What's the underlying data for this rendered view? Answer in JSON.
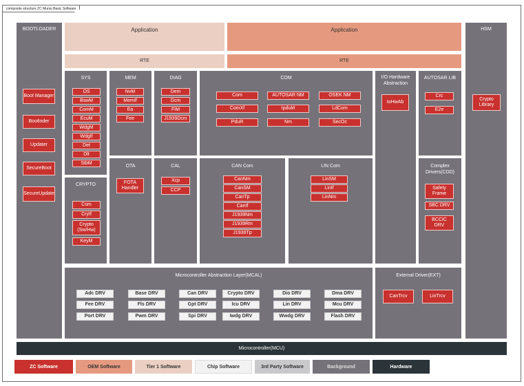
{
  "frame_title": "composite structure ZC Muniu Basic Software",
  "colors": {
    "zc": "#c8312e",
    "oem": "#e59a80",
    "tier1": "#ebcfc3",
    "chip": "#f2f2f2",
    "third_party": "#c9c9cb",
    "background": "#75727a",
    "hardware": "#2b3438"
  },
  "bootloader": {
    "title": "BOOTLOADER",
    "items": [
      "Boot Manager",
      "Bootloder",
      "Updater",
      "SecureBoot",
      "SecureUpdate"
    ]
  },
  "application_left": "Application",
  "application_right": "Application",
  "rte_left": "RTE",
  "rte_right": "RTE",
  "hsm": {
    "title": "HSM",
    "items": [
      "Crypto Library"
    ]
  },
  "sys": {
    "title": "SYS",
    "items": [
      "OS",
      "BswM",
      "ComM",
      "EcuM",
      "WdgM",
      "WdgIf",
      "Det",
      "Dlt",
      "StbM"
    ]
  },
  "mem": {
    "title": "MEM",
    "items": [
      "NvM",
      "MemIf",
      "Ea",
      "Fee"
    ]
  },
  "diag": {
    "title": "DIAG",
    "items": [
      "Dem",
      "Dcm",
      "FIM",
      "J1939Dcm"
    ]
  },
  "com": {
    "title": "COM",
    "items": [
      "Com",
      "AUTOSAR NM",
      "OSEK NM",
      "ComXf",
      "IpduM",
      "LdCom",
      "PduR",
      "Nm",
      "SecOc"
    ]
  },
  "io": {
    "title": "I/O Hardware Abstraction",
    "items": [
      "IoHwAb"
    ]
  },
  "autosar_lib": {
    "title": "AUTOSAR LIB",
    "items": [
      "Crc",
      "E2e"
    ]
  },
  "crypto": {
    "title": "CRYPTO",
    "items": [
      "Csm",
      "CryIf",
      "Crypto (Sw/Hw)",
      "KeyM"
    ]
  },
  "ota": {
    "title": "OTA",
    "items": [
      "FOTA Handler"
    ]
  },
  "cal": {
    "title": "CAL",
    "items": [
      "Xcp",
      "CCP"
    ]
  },
  "can_com": {
    "title": "CAN Com",
    "items": [
      "CanNm",
      "CanSM",
      "CanTp",
      "CanIf",
      "J1939Nm",
      "J1939Rm",
      "J1939Tp"
    ]
  },
  "lin_com": {
    "title": "LIN Com",
    "items": [
      "LinSM",
      "LinIf",
      "LinNm"
    ]
  },
  "cdd": {
    "title": "Complex Drivers(CDD)",
    "items": [
      "Safety Frame",
      "SBC DRV",
      "BCCIC DRV"
    ]
  },
  "mcal": {
    "title": "Microcontroller Abstraction Layer(MCAL)",
    "items": [
      "Adc DRV",
      "Base DRV",
      "Can DRV",
      "Crypto DRV",
      "Dio DRV",
      "Dma DRV",
      "Fee DRV",
      "Fls DRV",
      "Gpt DRV",
      "Icu DRV",
      "Lin DRV",
      "Mcu DRV",
      "Port DRV",
      "Pwm DRV",
      "Spi DRV",
      "Iwdg DRV",
      "Wwdg DRV",
      "Flash DRV"
    ]
  },
  "ext": {
    "title": "External Driver(EXT)",
    "items": [
      "CanTrcv",
      "LinTrcv"
    ]
  },
  "mcu": "Microcontroller(MCU)",
  "legend": [
    "ZC Software",
    "OEM Software",
    "Tier 1 Software",
    "Chip Software",
    "3rd Party Software",
    "Background",
    "Hardware"
  ]
}
